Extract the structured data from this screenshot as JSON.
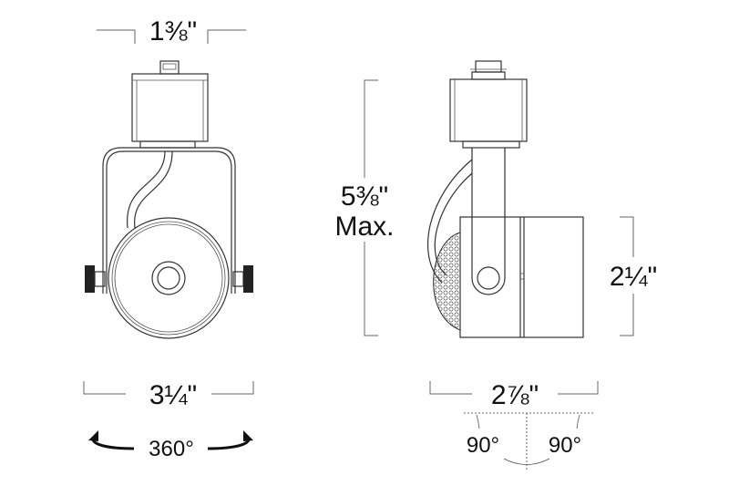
{
  "front_view": {
    "top_width": "1⅜\"",
    "bottom_width": "3¼\"",
    "rotation": "360°"
  },
  "side_view": {
    "height_value": "5⅜\"",
    "height_note": "Max.",
    "head_height": "2¼\"",
    "head_depth": "2⅞\"",
    "tilt_left": "90°",
    "tilt_right": "90°"
  },
  "colors": {
    "line": "#333333",
    "knob": "#222222"
  }
}
